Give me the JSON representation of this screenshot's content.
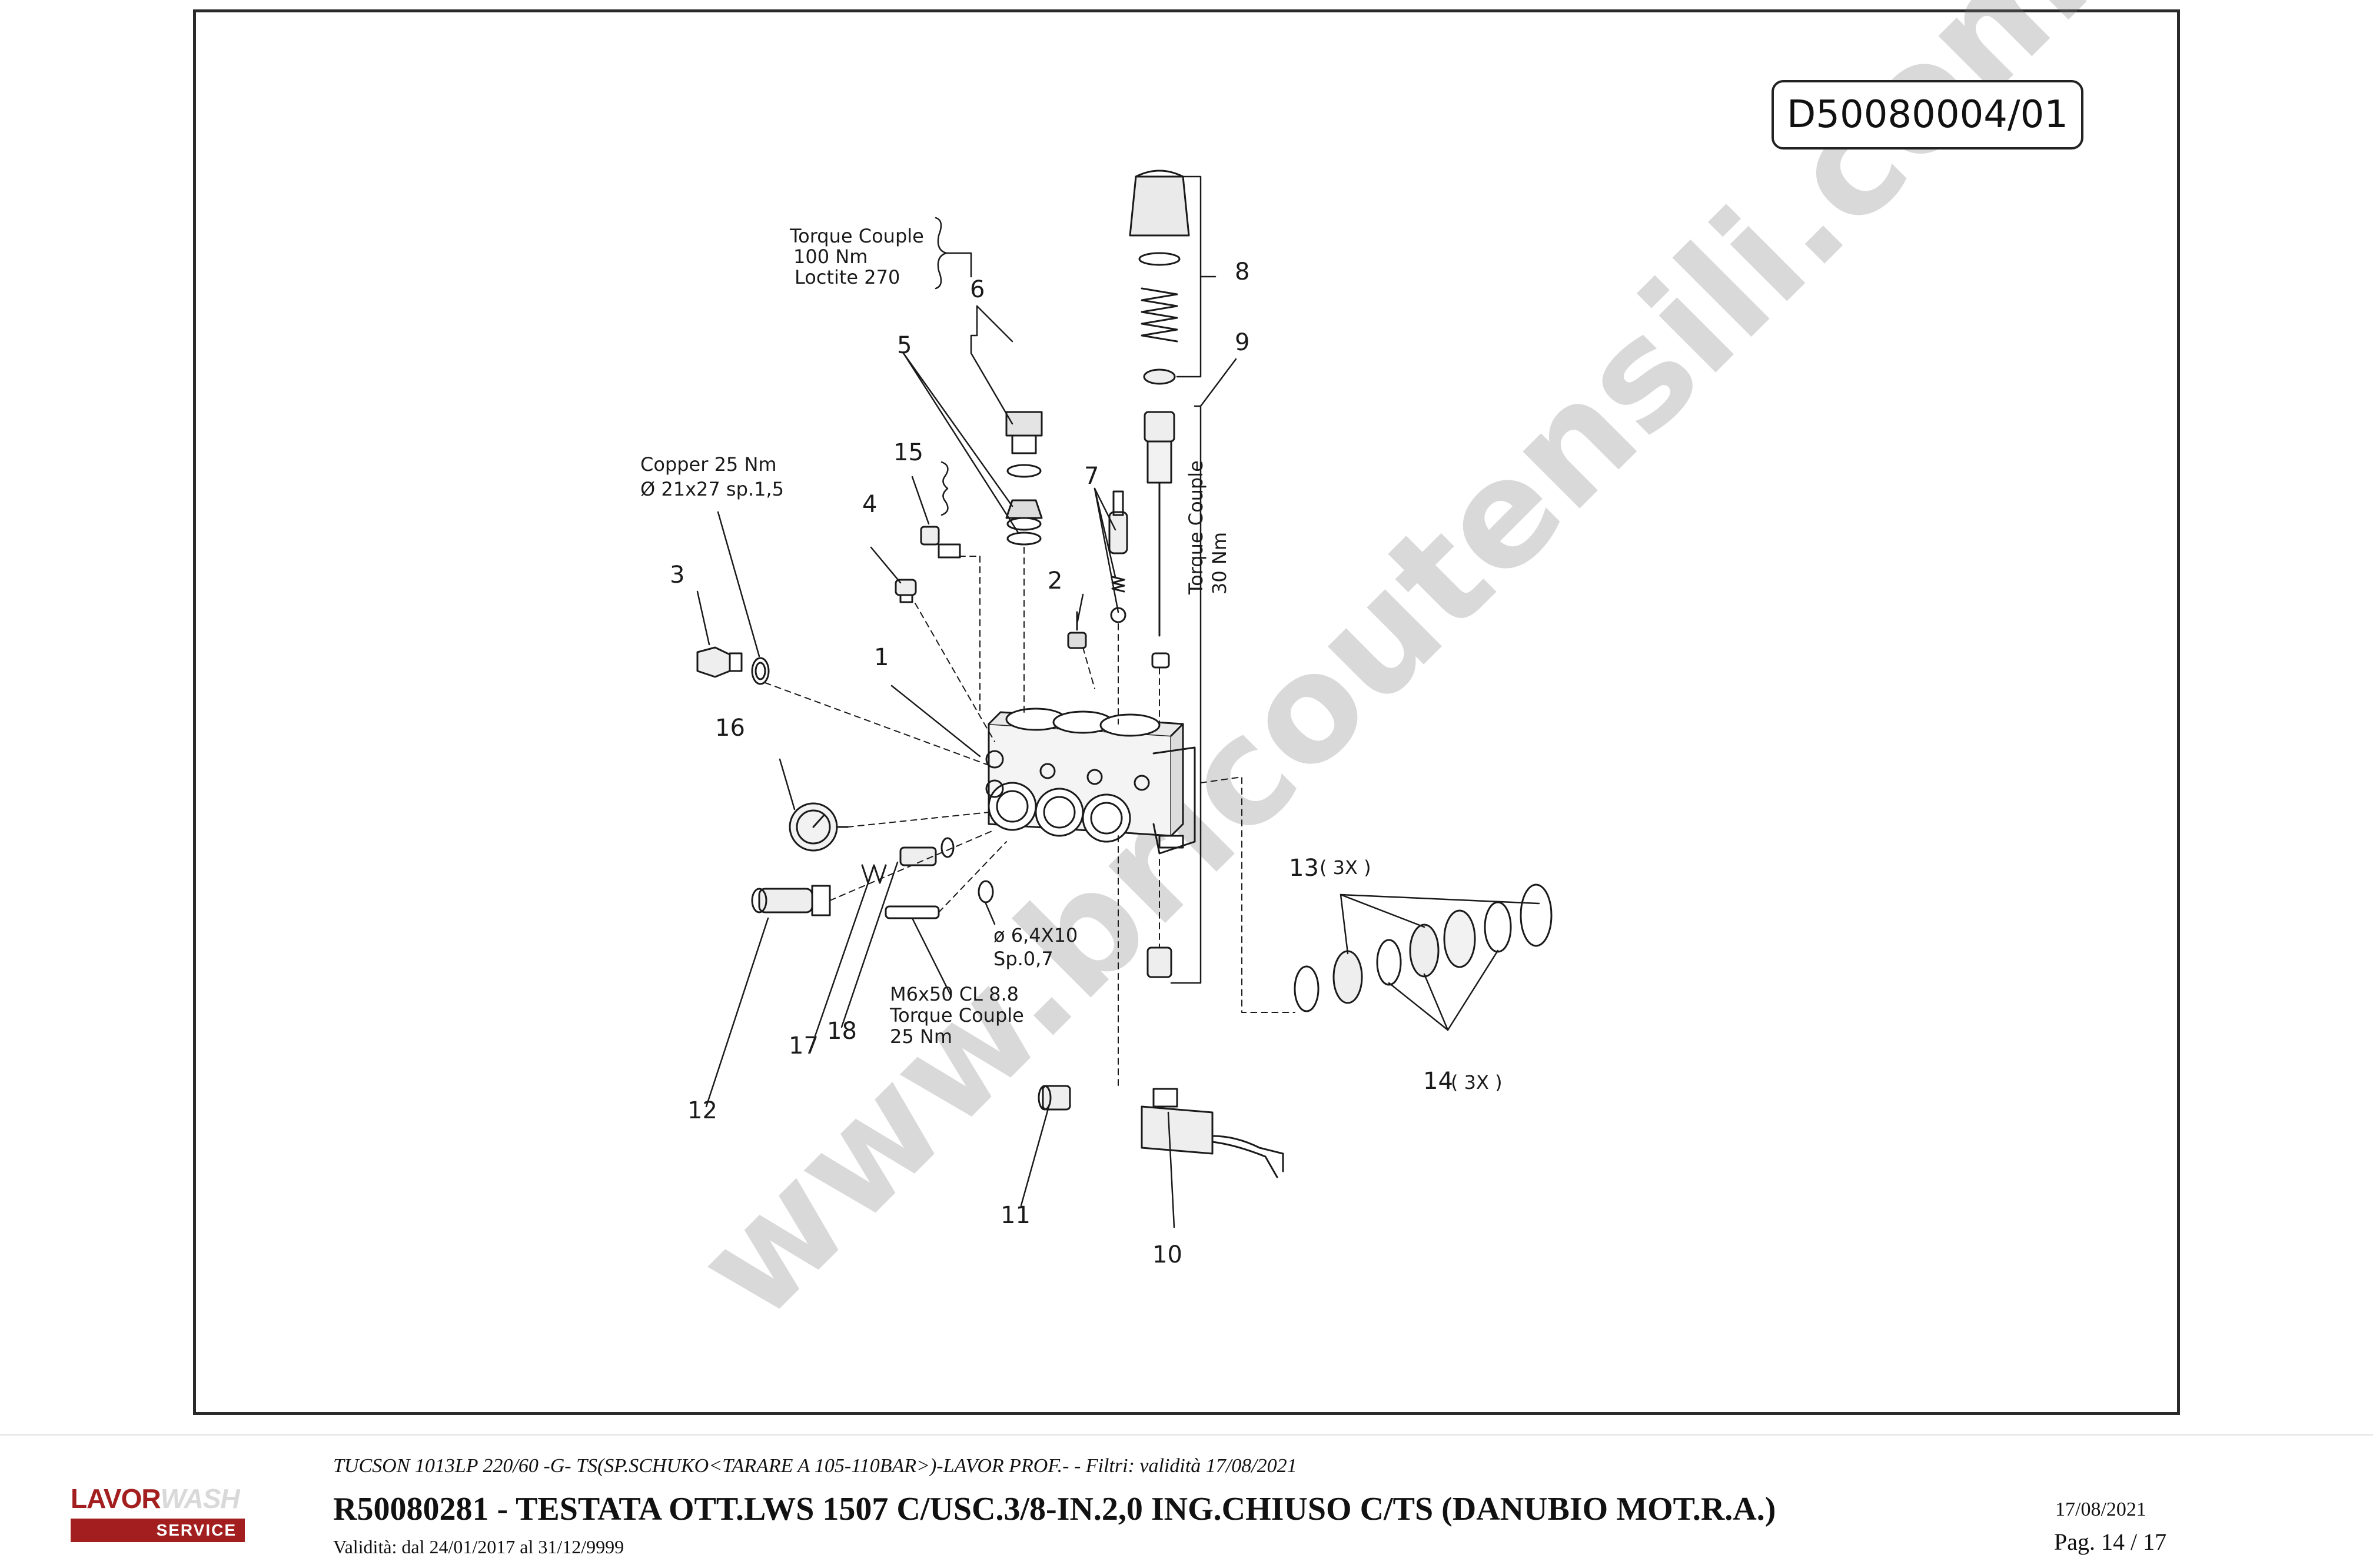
{
  "drawing": {
    "code": "D50080004/01",
    "watermark": "www.bricoutensili.com",
    "callouts": [
      "1",
      "2",
      "3",
      "4",
      "5",
      "6",
      "7",
      "8",
      "9",
      "10",
      "11",
      "12",
      "13",
      "14",
      "15",
      "16",
      "17",
      "18"
    ],
    "qty_13": "( 3X )",
    "qty_14": "( 3X )",
    "notes": {
      "torque_6": [
        "Torque Couple",
        "100 Nm",
        "Loctite 270"
      ],
      "copper": [
        "Copper 25 Nm",
        "Ø 21x27 sp.1,5"
      ],
      "torque_9": [
        "Torque Couple",
        "30 Nm"
      ],
      "washer": [
        "ø 6,4X10",
        "Sp.0,7"
      ],
      "bolt": [
        "M6x50 CL 8.8",
        "Torque Couple",
        "25 Nm"
      ]
    }
  },
  "footer": {
    "logo_brand_a": "LAVOR",
    "logo_brand_b": "WASH",
    "logo_service": "SERVICE",
    "model_line": "TUCSON 1013LP 220/60 -G- TS(SP.SCHUKO<TARARE A 105-110BAR>)-LAVOR PROF.- - Filtri: validità 17/08/2021",
    "title": "R50080281 - TESTATA OTT.LWS 1507 C/USC.3/8-IN.2,0 ING.CHIUSO C/TS (DANUBIO MOT.R.A.)",
    "validity": "Validità: dal 24/01/2017 al 31/12/9999",
    "date": "17/08/2021",
    "page": "Pag. 14 / 17"
  },
  "colors": {
    "brand_red": "#a31f1f",
    "line": "#1a1a1a",
    "watermark": "#b0b0b0"
  }
}
